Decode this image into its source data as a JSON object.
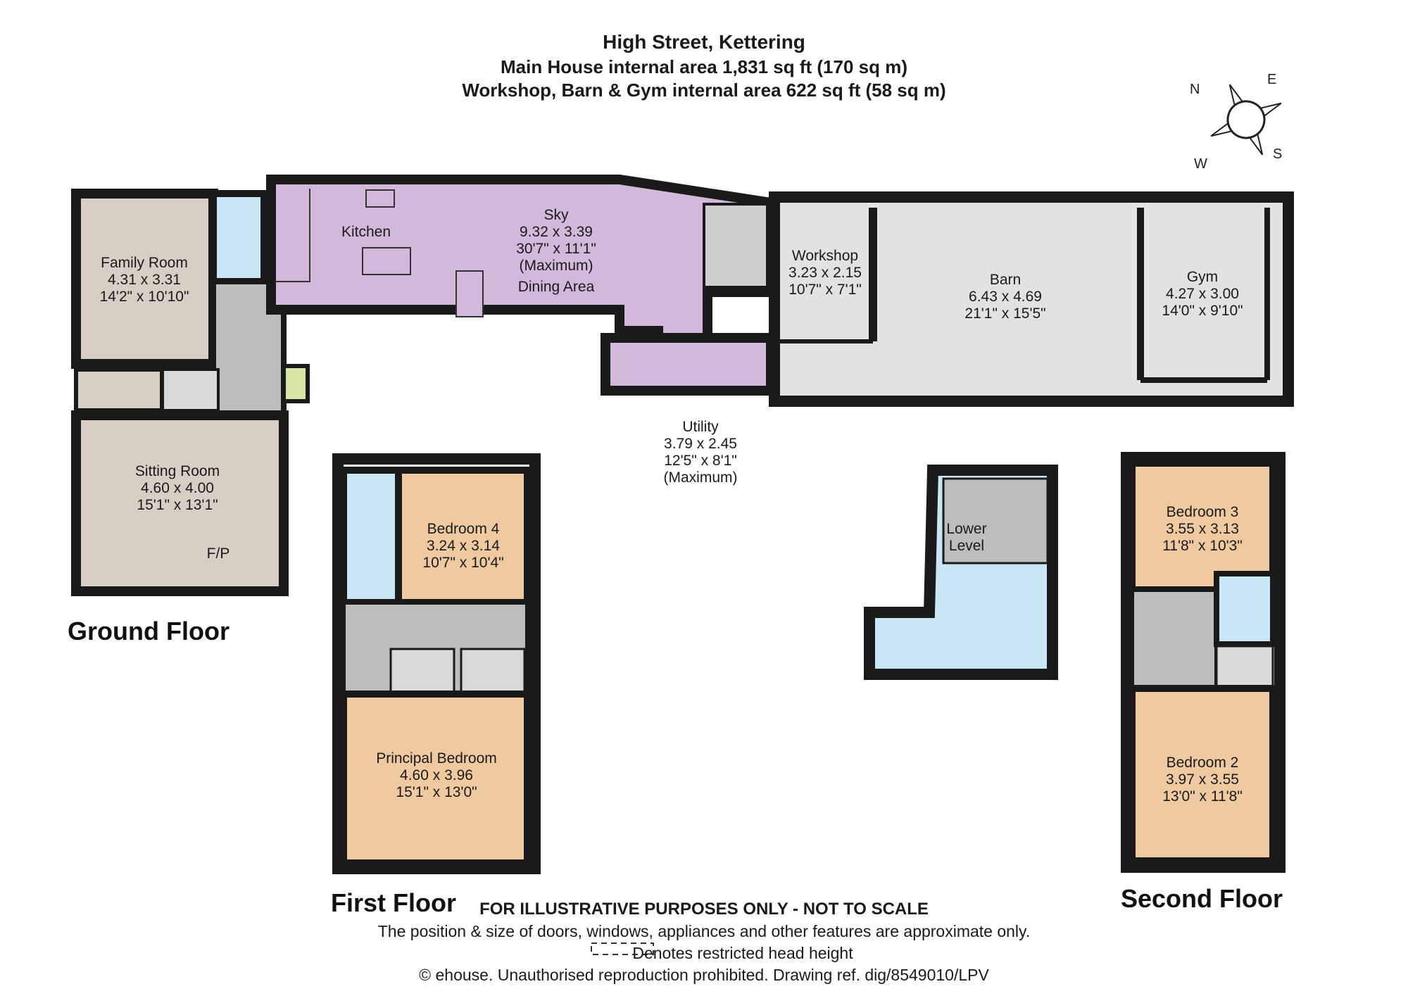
{
  "header": {
    "title": "High Street, Kettering",
    "line2": "Main House internal area 1,831 sq ft (170 sq m)",
    "line3": "Workshop, Barn & Gym internal area 622 sq ft (58 sq m)"
  },
  "compass": {
    "n": "N",
    "e": "E",
    "s": "S",
    "w": "W"
  },
  "floors": {
    "ground": "Ground Floor",
    "first": "First Floor",
    "second": "Second Floor"
  },
  "rooms": {
    "family_room": {
      "name": "Family Room",
      "metric": "4.31 x 3.31",
      "imperial": "14'2\" x 10'10\""
    },
    "kitchen": {
      "name": "Kitchen"
    },
    "sky": {
      "name": "Sky",
      "metric": "9.32 x 3.39",
      "imperial": "30'7\" x 11'1\"",
      "note": "(Maximum)",
      "sub": "Dining Area"
    },
    "workshop": {
      "name": "Workshop",
      "metric": "3.23 x 2.15",
      "imperial": "10'7\" x 7'1\""
    },
    "barn": {
      "name": "Barn",
      "metric": "6.43 x 4.69",
      "imperial": "21'1\" x 15'5\""
    },
    "gym": {
      "name": "Gym",
      "metric": "4.27 x 3.00",
      "imperial": "14'0\" x 9'10\""
    },
    "utility": {
      "name": "Utility",
      "metric": "3.79 x 2.45",
      "imperial": "12'5\" x 8'1\"",
      "note": "(Maximum)"
    },
    "sitting_room": {
      "name": "Sitting Room",
      "metric": "4.60 x 4.00",
      "imperial": "15'1\" x 13'1\"",
      "fp": "F/P"
    },
    "bedroom4": {
      "name": "Bedroom 4",
      "metric": "3.24 x 3.14",
      "imperial": "10'7\" x 10'4\""
    },
    "principal": {
      "name": "Principal Bedroom",
      "metric": "4.60 x 3.96",
      "imperial": "15'1\" x 13'0\""
    },
    "lower_level": {
      "line1": "Lower",
      "line2": "Level"
    },
    "bedroom3": {
      "name": "Bedroom 3",
      "metric": "3.55 x 3.13",
      "imperial": "11'8\" x 10'3\""
    },
    "bedroom2": {
      "name": "Bedroom 2",
      "metric": "3.97 x 3.55",
      "imperial": "13'0\" x 11'8\""
    }
  },
  "footer": {
    "disclaimer": "FOR ILLUSTRATIVE PURPOSES ONLY - NOT TO SCALE",
    "note": "The position & size of doors, windows, appliances and other features are approximate only.",
    "legend": "Denotes restricted head height",
    "copyright": "© ehouse. Unauthorised reproduction prohibited. Drawing ref. dig/8549010/LPV"
  },
  "colors": {
    "wall": "#1a1a1a",
    "living": "#d7cfc3",
    "kitchen": "#d2b8da",
    "bedroom": "#efc9a0",
    "bathroom": "#c9e6f6",
    "circulation": "#bdbdbd",
    "outbuilding": "#e2e2e2",
    "porch": "#d7e6a6"
  }
}
